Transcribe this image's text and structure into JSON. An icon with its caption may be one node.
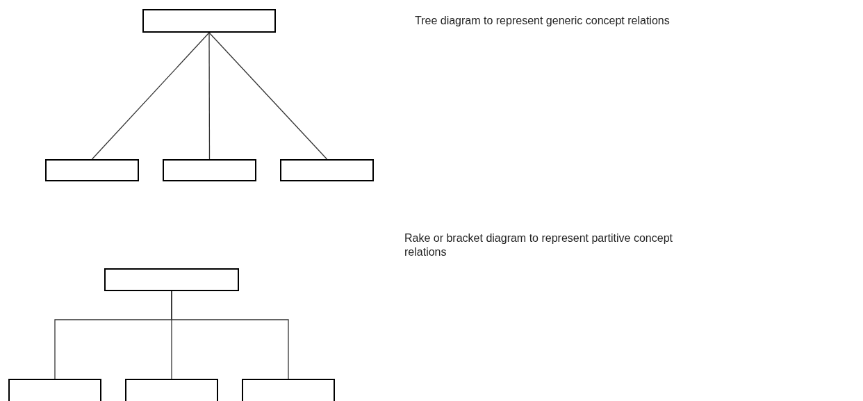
{
  "diagram": {
    "nodes": [
      {
        "text": [],
        "shape": "box"
      },
      {
        "text": [],
        "shape": "box"
      },
      {
        "text": [],
        "shape": "box"
      },
      {
        "text": [],
        "shape": "box"
      },
      {
        "text": [],
        "shape": "box"
      },
      {
        "text": [],
        "shape": "box"
      },
      {
        "text": [],
        "shape": "box"
      },
      {
        "text": [],
        "shape": "box"
      }
    ],
    "edges": [
      {
        "from": 0,
        "to": 1,
        "arrow": "none"
      },
      {
        "from": 0,
        "to": 2,
        "arrow": "none"
      },
      {
        "from": 0,
        "to": 3,
        "arrow": "none"
      },
      {
        "from": 4,
        "to": 5,
        "arrow": "none"
      },
      {
        "from": 4,
        "to": 6,
        "arrow": "none"
      },
      {
        "from": 4,
        "to": 7,
        "arrow": "none"
      }
    ],
    "labels": [
      "Tree diagram to represent generic concept relations",
      "Rake or bracket diagram to represent partitive concept relations"
    ]
  }
}
